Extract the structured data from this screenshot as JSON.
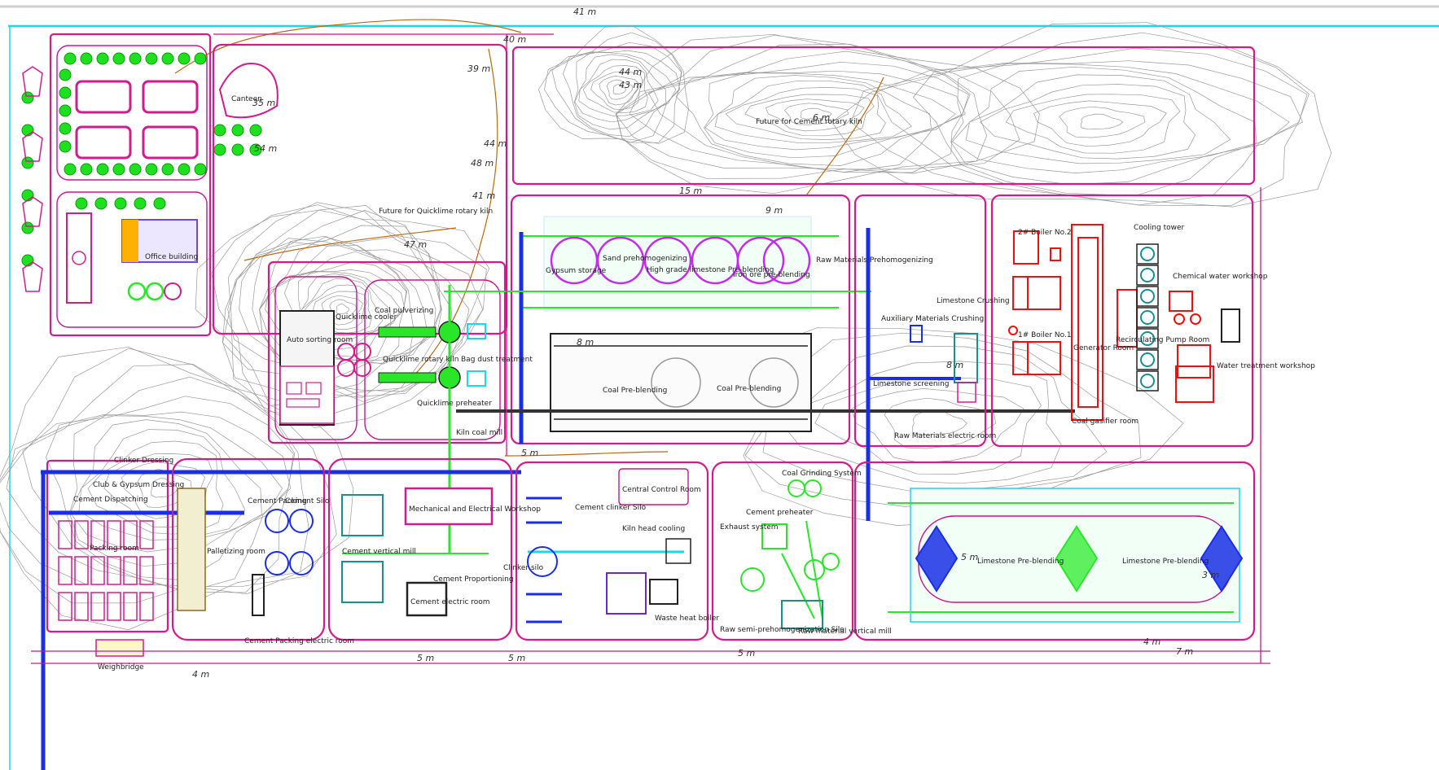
{
  "colors": {
    "background": "#ffffff",
    "boundary": "#d21c8c",
    "contour": "#9a9a9a",
    "equipment_green": "#29e629",
    "pipe_blue": "#1a2ee8",
    "power_red": "#ee1010",
    "frame_cyan": "#19d8e8",
    "dimension_orange": "#b86a10"
  },
  "labels": {
    "canteen": "Canteen",
    "office_building": "Office building",
    "future_quicklime_kiln": "Future for Quicklime rotary kiln",
    "future_cement_kiln": "Future for Cement rotary kiln",
    "raw_material_prehomogenizing": "Raw Materials Prehomogenizing",
    "gypsum_storage": "Gypsum storage",
    "sand_prehomogenizing": "Sand prehomogenizing",
    "high_grade_limestone": "High grade limestone Pre-blending",
    "iron_ore_prehomogenizing": "Iron ore pre-blending",
    "coal_prehomogenizing": "Coal Pre-blending",
    "coal_pre_blending": "Coal Pre-blending",
    "auto_sorting_room": "Auto sorting room",
    "quicklime_cooler": "Quicklime cooler",
    "quicklime_rotary_kiln": "Quicklime rotary kiln",
    "quicklime_preheater": "Quicklime preheater",
    "bag_dust_treatment": "Bag dust treatment",
    "coal_pulverizing": "Coal pulverizing",
    "kiln_coal_mill": "Kiln coal mill",
    "raw_materials_electric_room": "Raw Materials electric room",
    "limestone_screening": "Limestone screening",
    "limestone_crushing": "Limestone Crushing",
    "auxiliary_materials_crushing": "Auxiliary Materials Crushing",
    "boiler_no2": "2# Boiler No.2",
    "boiler_no1": "1# Boiler No.1",
    "generator_room": "Generator Room",
    "coal_gasifier_room": "Coal gasifier room",
    "recirculating_pump_room": "Recirculating Pump Room",
    "cooling_tower": "Cooling tower",
    "chemical_water_workshop": "Chemical water workshop",
    "water_treatment_workshop": "Water treatment workshop",
    "clinker_dressing": "Clinker Dressing",
    "cement_dispatching": "Cement Dispatching",
    "club_gypsum_dressing": "Club & Gypsum Dressing",
    "packing_room": "Packing room",
    "palletizing_room": "Palletizing room",
    "cement_packing": "Cement Packing",
    "cement_silo": "Cement Silo",
    "cement_vertical_mill": "Cement vertical mill",
    "mechanical_electrical_workshop": "Mechanical and Electrical Workshop",
    "cement_proportioning": "Cement Proportioning",
    "cement_electric_room": "Cement electric room",
    "cement_packing_electric_room": "Cement Packing electric room",
    "weighbridge": "Weighbridge",
    "central_control_room": "Central Control Room",
    "cement_clinker_silo": "Cement clinker Silo",
    "kiln_head_cooling": "Kiln head cooling",
    "clinker_silo": "Clinker silo",
    "waste_heat_boiler": "Waste heat boiler",
    "coal_grinding_system": "Coal Grinding System",
    "cement_preheater": "Cement preheater",
    "exhaust_system": "Exhaust system",
    "raw_semi_products_silo": "Raw semi-prehomogenization Silo",
    "raw_material_vertical_mill": "Raw material vertical mill",
    "limestone_pre_blending": "Limestone Pre-blending",
    "limestone_pre_blending_2": "Limestone Pre-blending"
  },
  "elevations": {
    "e41a": "41 m",
    "e40": "40 m",
    "e39": "39 m",
    "e44a": "44 m",
    "e43": "43 m",
    "e48": "48 m",
    "e44b": "44 m",
    "e41b": "41 m",
    "e47": "47 m",
    "e54": "54 m",
    "e35": "35 m",
    "e15": "15 m",
    "e6": "6 m",
    "e9": "9 m",
    "e8a": "8 m",
    "e8b": "8 m",
    "e5a": "5 m",
    "e5b": "5 m",
    "e5c": "5 m",
    "e5d": "5 m",
    "e5e": "5 m",
    "e4a": "4 m",
    "e4b": "4 m",
    "e3": "3 m",
    "e7": "7 m"
  }
}
